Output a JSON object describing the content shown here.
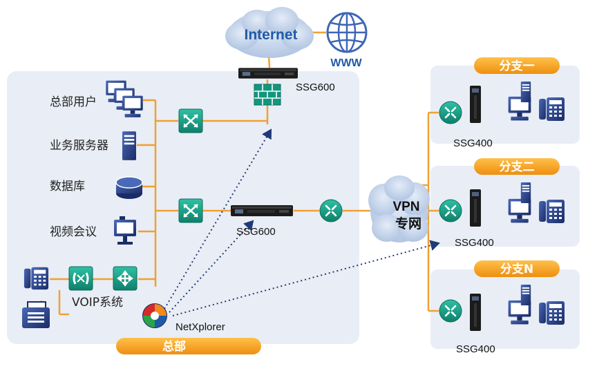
{
  "internet": {
    "label": "Internet",
    "www": "WWW"
  },
  "hq": {
    "badge": "总部",
    "users": "总部用户",
    "servers": "业务服务器",
    "database": "数据库",
    "video": "视频会议",
    "voip": "VOIP系统",
    "netxplorer": "NetXplorer",
    "firewall_device": "SSG600",
    "core_device": "SSG600"
  },
  "vpn": {
    "line1": "VPN",
    "line2": "专网"
  },
  "branches": [
    {
      "badge": "分支一",
      "device": "SSG400"
    },
    {
      "badge": "分支二",
      "device": "SSG400"
    },
    {
      "badge": "分支N",
      "device": "SSG400"
    }
  ],
  "colors": {
    "link": "#f0a030",
    "icon_teal": "#1aa08a",
    "icon_navy": "#1c2f66",
    "panel": "#e9edf5",
    "cloud": "#c5d4ea",
    "badge": "#f6a623",
    "dotted": "#1f3a78"
  }
}
